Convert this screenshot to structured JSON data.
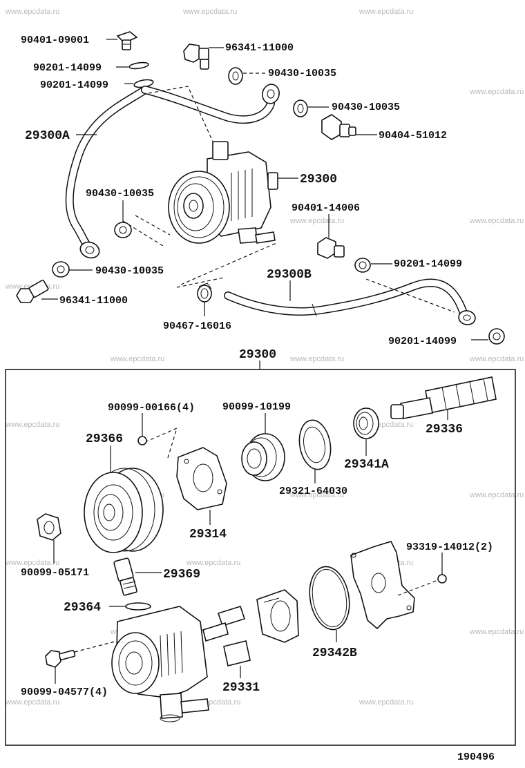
{
  "watermark": "www.epcdata.ru",
  "diagram_code": "190496",
  "group_label": "29300",
  "labels": {
    "l1": "90401-09001",
    "l2": "96341-11000",
    "l3": "90201-14099",
    "l4": "90430-10035",
    "l5": "90201-14099",
    "l6": "90430-10035",
    "l7": "29300A",
    "l8": "90404-51012",
    "l9": "29300",
    "l10": "90430-10035",
    "l11": "90401-14006",
    "l12": "90430-10035",
    "l13": "90201-14099",
    "l14": "29300B",
    "l15": "96341-11000",
    "l16": "90467-16016",
    "l17": "90201-14099",
    "l18": "90099-00166(4)",
    "l19": "90099-10199",
    "l20": "29366",
    "l21": "29336",
    "l22": "29341A",
    "l23": "29321-64030",
    "l24": "29314",
    "l25": "93319-14012(2)",
    "l26": "90099-05171",
    "l27": "29369",
    "l28": "29364",
    "l29": "29342B",
    "l30": "90099-04577(4)",
    "l31": "29331"
  }
}
